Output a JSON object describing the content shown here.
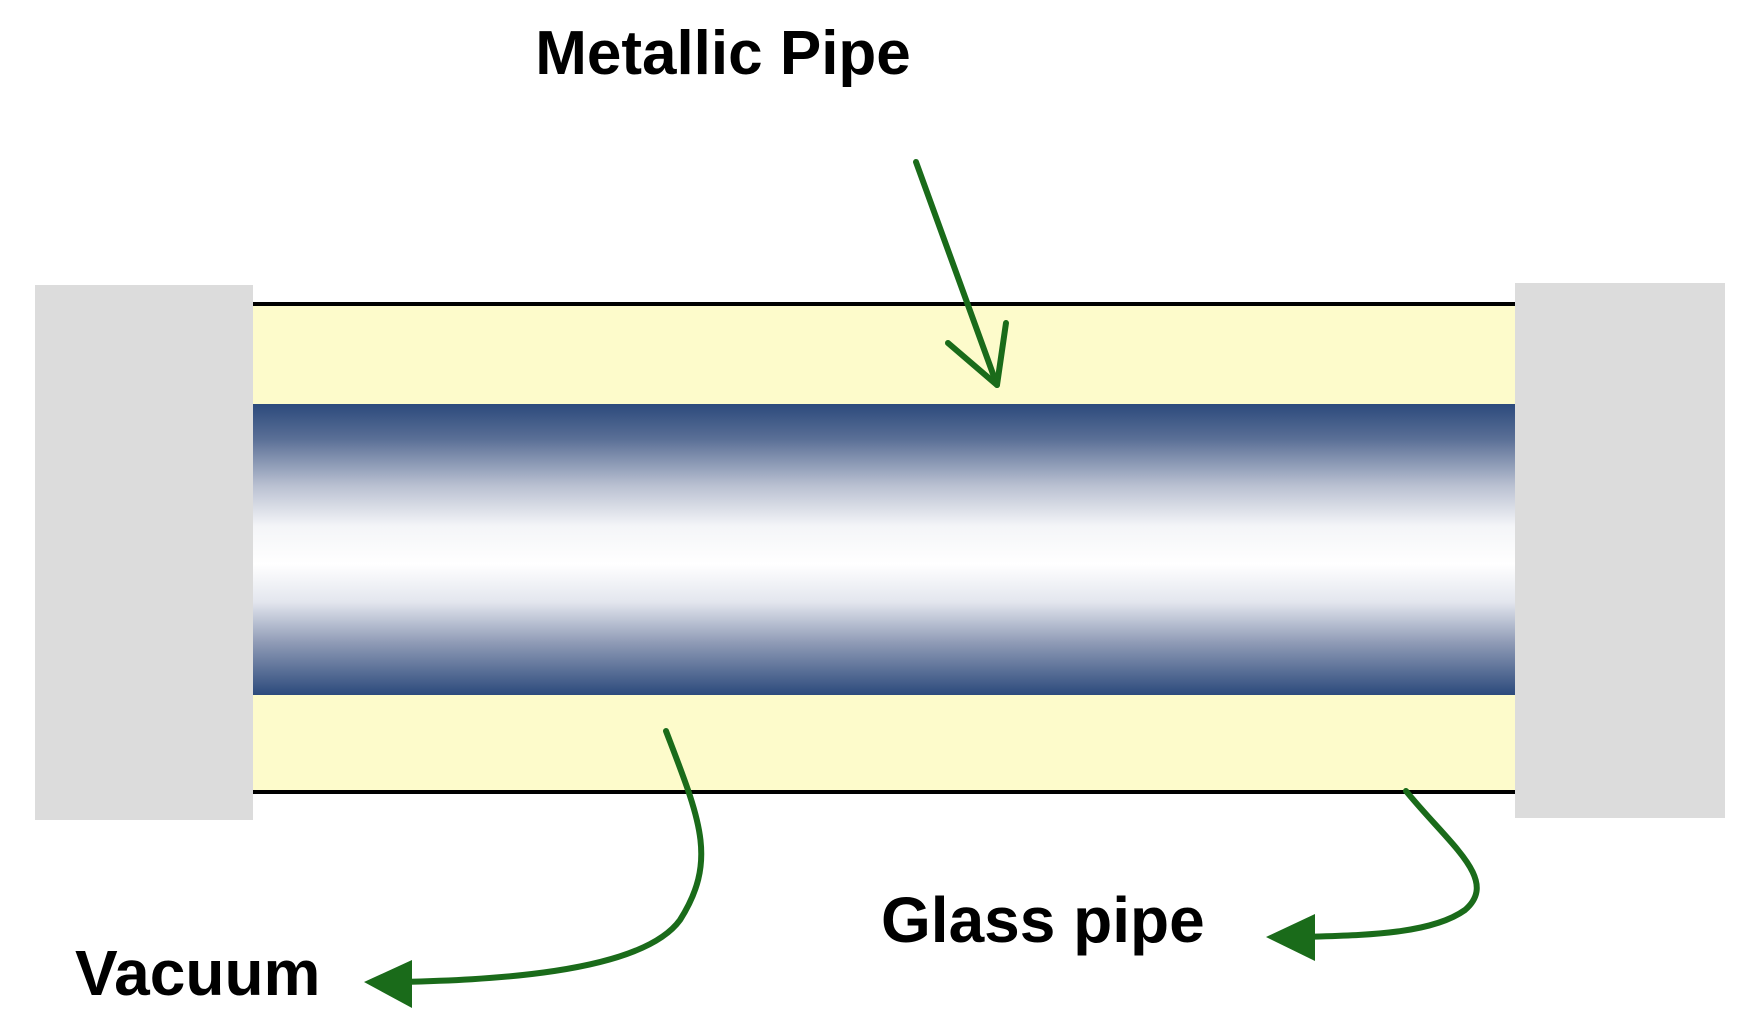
{
  "labels": {
    "metallic_pipe": "Metallic Pipe",
    "vacuum": "Vacuum",
    "glass_pipe": "Glass pipe"
  },
  "colors": {
    "end_cap": "#dcdcdc",
    "vacuum_layer": "#fdfbcb",
    "pipe_dark": "#2c4a7c",
    "pipe_light": "#ffffff",
    "glass_outline": "#000000",
    "arrow": "#1a6b1a"
  }
}
